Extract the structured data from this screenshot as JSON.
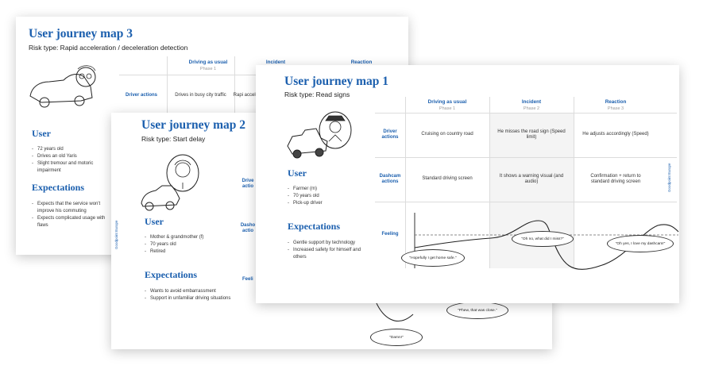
{
  "card3": {
    "title": "User journey map 3",
    "risk": "Risk type: Rapid acceleration / deceleration detection",
    "headers": [
      {
        "label": "Driving as usual",
        "phase": "Phase 1"
      },
      {
        "label": "Incident",
        "phase": ""
      },
      {
        "label": "Reaction",
        "phase": ""
      }
    ],
    "row_label": "Driver actions",
    "cells": [
      "Drives in busy city traffic",
      "Rapi accelera"
    ],
    "user_heading": "User",
    "user_items": [
      "72 years old",
      "Drives an old Yaris",
      "Slight tremour and motoric impairment"
    ],
    "exp_heading": "Expectations",
    "exp_items": [
      "Expects that the service won't improve his commuting",
      "Expects complicated usage with flaws"
    ]
  },
  "card2": {
    "title": "User journey map 2",
    "risk": "Risk type: Start delay",
    "side_text": "Goodpoint Europe",
    "row_labels": [
      "Drive actio",
      "Dasho actio",
      "Feeli"
    ],
    "user_heading": "User",
    "user_items": [
      "Mother & grandmother (f)",
      "70 years old",
      "Retired"
    ],
    "exp_heading": "Expectations",
    "exp_items": [
      "Wants to avoid embarrassment",
      "Support in unfamiliar driving situations"
    ],
    "bubbles": [
      "\"Phew, that was close.\"",
      "\"Damn!\""
    ]
  },
  "card1": {
    "title": "User journey map 1",
    "risk": "Risk type: Read signs",
    "side_text": "Goodpoint Europe",
    "headers": [
      {
        "label": "Driving as usual",
        "phase": "Phase 1"
      },
      {
        "label": "Incident",
        "phase": "Phase 2"
      },
      {
        "label": "Reaction",
        "phase": "Phase 3"
      }
    ],
    "rows": [
      {
        "label": "Driver actions",
        "cells": [
          "Cruising on country road",
          "He misses the road sign (Speed limit)",
          "He adjusts accordingly (Speed)"
        ]
      },
      {
        "label": "Dashcam actions",
        "cells": [
          "Standard driving screen",
          "It shows a warning visual (and audio)",
          "Confirmation + return to standard driving screen"
        ]
      },
      {
        "label": "Feeling",
        "cells": [
          "",
          "",
          ""
        ]
      }
    ],
    "user_heading": "User",
    "user_items": [
      "Farmer (m)",
      "70 years old",
      "Pick-up driver"
    ],
    "exp_heading": "Expectations",
    "exp_items": [
      "Gentle support by technology",
      "Increased safety for himself and others"
    ],
    "bubbles": [
      "\"Hopefully I get home safe.\"",
      "\"Oh no, what did I miss?\"",
      "\"Oh yes, I love my dashcam!\""
    ]
  }
}
